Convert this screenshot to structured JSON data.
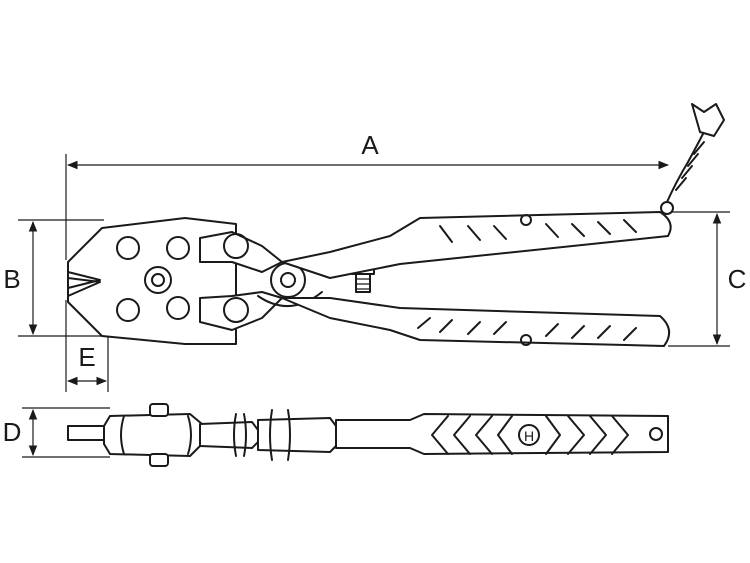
{
  "dimensions": {
    "A": "A",
    "B": "B",
    "C": "C",
    "D": "D",
    "E": "E"
  },
  "emblem": "H",
  "colors": {
    "line": "#1a1a1a",
    "background": "#ffffff"
  }
}
